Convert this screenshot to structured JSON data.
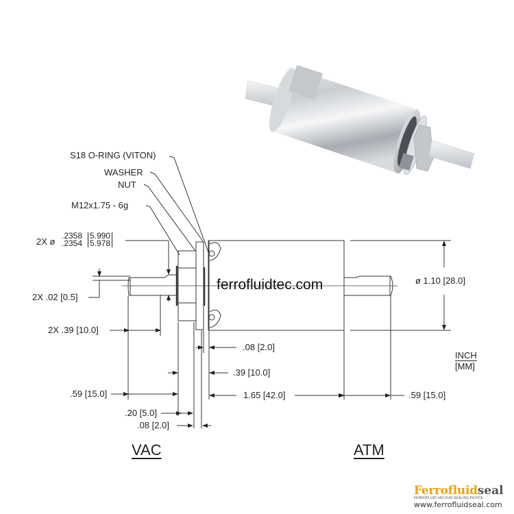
{
  "callouts": {
    "oring": "S18 O-RING (VITON)",
    "washer": "WASHER",
    "nut": "NUT",
    "thread": "M12x1.75 - 6g"
  },
  "shaft_diameter": {
    "prefix": "2X ø",
    "inch_max": ".2358",
    "inch_min": ".2354",
    "mm_max": "5.990",
    "mm_min": "5.978"
  },
  "dimensions": {
    "flat_depth": "2X .02 [0.5]",
    "flat_length": "2X .39 [10.0]",
    "vac_shaft": ".59 [15.0]",
    "nut_thickness": ".20 [5.0]",
    "washer_thickness": ".08 [2.0]",
    "flange_gap": ".08 [2.0]",
    "thread_length": ".39 [10.0]",
    "body_length": "1.65 [42.0]",
    "atm_shaft": ".59 [15.0]",
    "body_diameter": "ø 1.10 [28.0]"
  },
  "units": {
    "primary": "INCH",
    "secondary": "[MM]"
  },
  "sides": {
    "vacuum": "VAC",
    "atmosphere": "ATM"
  },
  "watermark": "ferrofluidtec.com",
  "logo": {
    "brand_primary": "Ferrofluid",
    "brand_secondary": "seal",
    "tagline": "FERROFLUID VACUUM SEALING DEVICE",
    "url": "www.ferrofluidseal.com",
    "colors": {
      "primary": "#e8a317",
      "secondary": "#555555"
    }
  }
}
